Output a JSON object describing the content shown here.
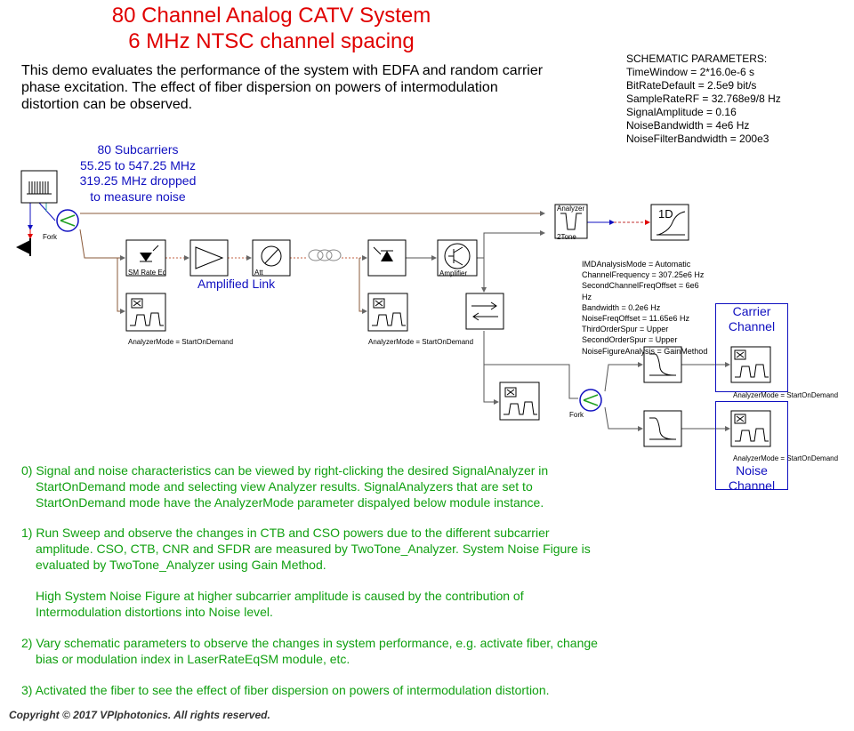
{
  "title": {
    "line1": "80 Channel Analog CATV System",
    "line2": "6 MHz NTSC channel spacing"
  },
  "description": [
    "This demo evaluates the performance of the system with EDFA and random carrier",
    "phase excitation. The effect of fiber dispersion on powers of intermodulation",
    "distortion can be observed."
  ],
  "schematic_parameters": {
    "heading": "SCHEMATIC PARAMETERS:",
    "lines": [
      "TimeWindow = 2*16.0e-6 s",
      "BitRateDefault = 2.5e9 bit/s",
      "SampleRateRF = 32.768e9/8 Hz",
      "SignalAmplitude = 0.16",
      "NoiseBandwidth = 4e6 Hz",
      "NoiseFilterBandwidth = 200e3"
    ]
  },
  "subcarrier_label": [
    "80 Subcarriers",
    "55.25  to 547.25 MHz",
    "319.25 MHz dropped",
    "to measure noise"
  ],
  "modules": {
    "fork1": "Fork",
    "fork2": "Fork",
    "laser": "SM Rate Eq",
    "attenuator": "Att",
    "amplifier": "Amplifier",
    "analyzer_top": "Analyzer",
    "analyzer_bottom": "2Tone",
    "plot_1d": "1D",
    "amplified_link": "Amplified Link"
  },
  "analyzer_modes": {
    "sa1": "AnalyzerMode = StartOnDemand",
    "sa2": "AnalyzerMode = StartOnDemand",
    "carrier": "AnalyzerMode = StartOnDemand",
    "noise": "AnalyzerMode = StartOnDemand"
  },
  "imd_parameters": [
    "IMDAnalysisMode = Automatic",
    "ChannelFrequency = 307.25e6 Hz",
    "SecondChannelFreqOffset = 6e6",
    "Hz",
    "Bandwidth = 0.2e6 Hz",
    "NoiseFreqOffset = 11.65e6 Hz",
    "ThirdOrderSpur = Upper",
    "SecondOrderSpur = Upper",
    "NoiseFigureAnalysis = GainMethod"
  ],
  "channels": {
    "carrier": [
      "Carrier",
      "Channel"
    ],
    "noise": [
      "Noise",
      "Channel"
    ]
  },
  "notes": {
    "n0": [
      "0) Signal and noise characteristics can be viewed by right-clicking the desired SignalAnalyzer in",
      "StartOnDemand mode and selecting view Analyzer results. SignalAnalyzers that are set to",
      "StartOnDemand mode have the AnalyzerMode parameter dispalyed below module instance."
    ],
    "n1": [
      "1) Run Sweep and observe the changes in CTB and CSO powers due to the different subcarrier",
      "amplitude. CSO, CTB, CNR and SFDR are measured by TwoTone_Analyzer. System Noise Figure is",
      "evaluated by TwoTone_Analyzer using Gain Method."
    ],
    "n1b": [
      "High System Noise Figure at higher subcarrier amplitude is caused by the contribution of",
      "Intermodulation distortions into Noise level."
    ],
    "n2": [
      "2) Vary schematic parameters to observe the changes in system performance, e.g. activate fiber, change",
      "bias or modulation index in LaserRateEqSM module, etc."
    ],
    "n3": "3) Activated the fiber to see the effect of fiber dispersion on powers of intermodulation distortion."
  },
  "copyright": "Copyright © 2017 VPIphotonics. All rights reserved.",
  "colors": {
    "title": "#e00000",
    "annotation_blue": "#1010c0",
    "notes_green": "#10a010",
    "wire_optical": "#8a5a3a",
    "wire_electrical": "#555555"
  }
}
